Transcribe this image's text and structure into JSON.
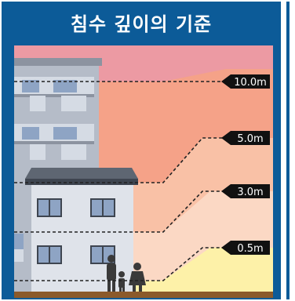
{
  "title": "침수 깊이의 기준",
  "colors": {
    "frame": "#0c5b98",
    "band_10m": "#ec9aa3",
    "band_5m": "#f5a288",
    "band_3m": "#f9c1a6",
    "band_05m": "#fbd8c4",
    "band_ground_level": "#fdf1a8",
    "ground": "#8b5a2b",
    "tag": "#111111"
  },
  "depth_levels": [
    {
      "label": "10.0m"
    },
    {
      "label": "5.0m"
    },
    {
      "label": "3.0m"
    },
    {
      "label": "0.5m"
    }
  ],
  "icons": [
    "apartment-building-icon",
    "house-icon",
    "family-people-icon"
  ]
}
